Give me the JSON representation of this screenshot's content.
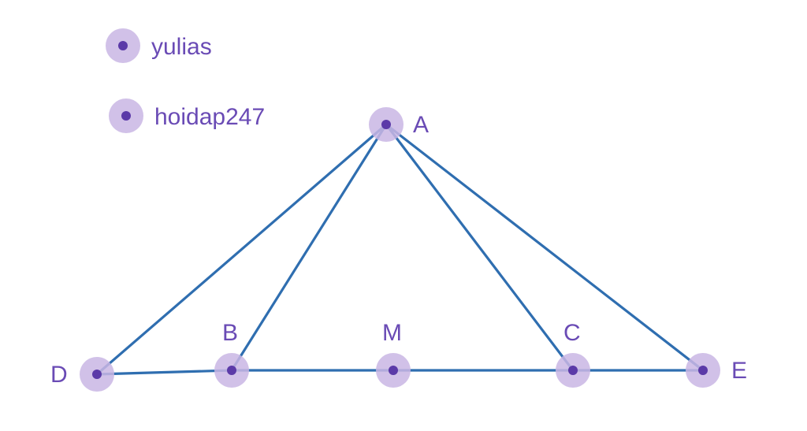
{
  "colors": {
    "point": "#5b3aa8",
    "halo": "#c9b6e4",
    "segment": "#2f6eb0",
    "label": "#6a4bb5",
    "background": "#ffffff"
  },
  "legend": [
    {
      "id": "yulias",
      "text": "yulias"
    },
    {
      "id": "hoidap247",
      "text": "hoidap247"
    }
  ],
  "points": [
    {
      "id": "A",
      "label": "A"
    },
    {
      "id": "B",
      "label": "B"
    },
    {
      "id": "M",
      "label": "M"
    },
    {
      "id": "C",
      "label": "C"
    },
    {
      "id": "D",
      "label": "D"
    },
    {
      "id": "E",
      "label": "E"
    }
  ],
  "segments": [
    [
      "A",
      "D"
    ],
    [
      "A",
      "B"
    ],
    [
      "A",
      "C"
    ],
    [
      "A",
      "E"
    ],
    [
      "D",
      "B"
    ],
    [
      "B",
      "M"
    ],
    [
      "M",
      "C"
    ],
    [
      "C",
      "E"
    ]
  ]
}
